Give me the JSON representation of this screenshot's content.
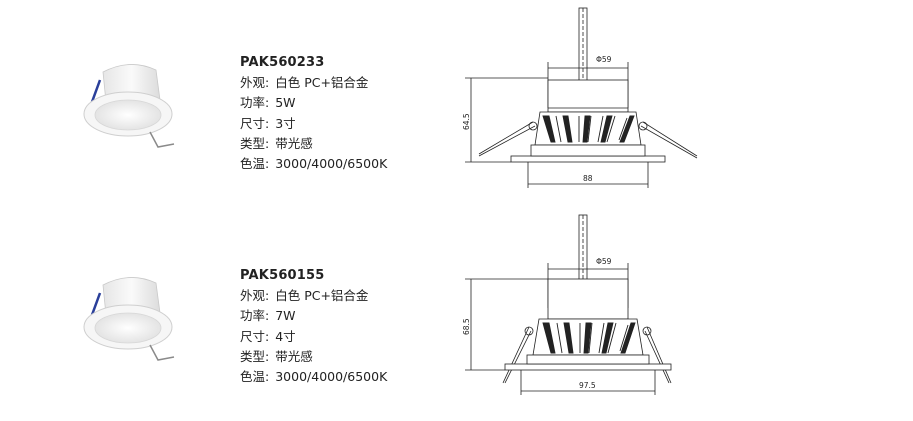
{
  "products": [
    {
      "model": "PAK560233",
      "specs": [
        {
          "label": "外观:",
          "value": "白色 PC+铝合金"
        },
        {
          "label": "功率:",
          "value": "5W"
        },
        {
          "label": "尺寸:",
          "value": "3寸"
        },
        {
          "label": "类型:",
          "value": "带光感"
        },
        {
          "label": "色温:",
          "value": "3000/4000/6500K"
        }
      ],
      "dims": {
        "diameter": "Φ59",
        "height": "64.5",
        "width": "88"
      }
    },
    {
      "model": "PAK560155",
      "specs": [
        {
          "label": "外观:",
          "value": "白色 PC+铝合金"
        },
        {
          "label": "功率:",
          "value": "7W"
        },
        {
          "label": "尺寸:",
          "value": "4寸"
        },
        {
          "label": "类型:",
          "value": "带光感"
        },
        {
          "label": "色温:",
          "value": "3000/4000/6500K"
        }
      ],
      "dims": {
        "diameter": "Φ59",
        "height": "68.5",
        "width": "97.5"
      }
    }
  ],
  "colors": {
    "line": "#222222",
    "photo_body": "#f2f2f2",
    "clip": "#2a3f9a"
  }
}
